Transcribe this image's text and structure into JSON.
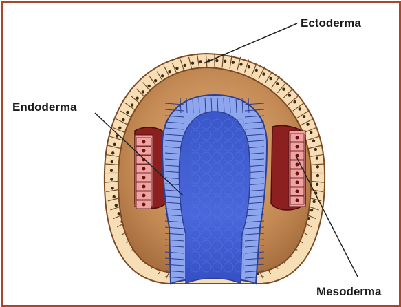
{
  "labels": {
    "ectoderm": "Ectoderma",
    "endoderm": "Endoderma",
    "mesoderm": "Mesoderma"
  },
  "colors": {
    "border": "#a8482b",
    "ectoderm_cells": "#f6dfb7",
    "ectoderm_outline": "#7b4a23",
    "interior": "#c48a55",
    "endoderm_cells": "#8ea6ee",
    "endoderm_core": "#3e5dd1",
    "mesoderm_outer": "#8c1f1f",
    "mesoderm_cells": "#f0a3a3"
  }
}
